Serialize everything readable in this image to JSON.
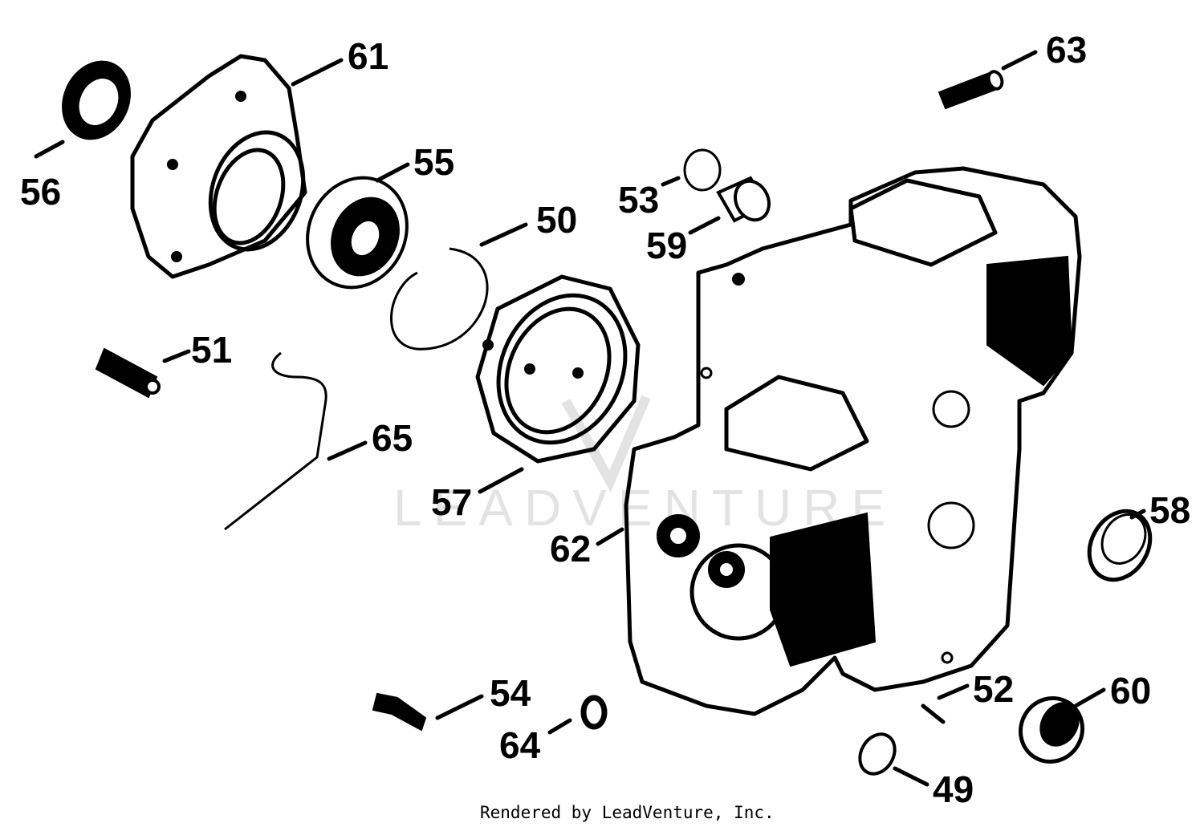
{
  "watermark": "LEADVENTURE",
  "credit": "Rendered by LeadVenture, Inc.",
  "callouts": [
    "49",
    "50",
    "51",
    "52",
    "53",
    "54",
    "55",
    "56",
    "57",
    "58",
    "59",
    "60",
    "61",
    "62",
    "63",
    "64",
    "65"
  ],
  "parts": {
    "seal": "56",
    "closure_plate": "61",
    "bearing": "55",
    "retaining_ring": "50",
    "gasket": "57",
    "stud": "51",
    "wire": "65",
    "cap": "53",
    "plug": "59",
    "pin": "63",
    "crankcase": "62",
    "bushing_right": "58",
    "screw": "54",
    "o_ring": "64",
    "roll_pin": "52",
    "bushing_lower": "60",
    "cup_plug": "49"
  }
}
